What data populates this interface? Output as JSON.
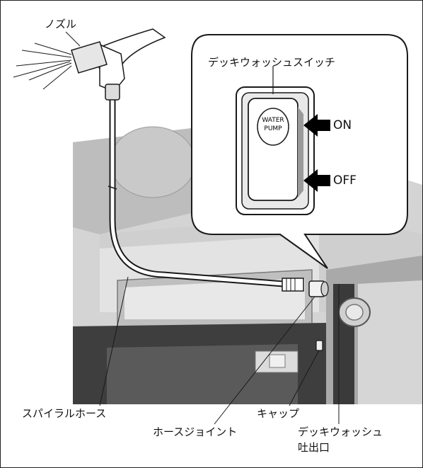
{
  "labels": {
    "nozzle": "ノズル",
    "deck_wash_switch": "デッキウォッシュスイッチ",
    "switch_text_line1": "WATER",
    "switch_text_line2": "PUMP",
    "on": "ON",
    "off": "OFF",
    "spiral_hose": "スパイラルホース",
    "hose_joint": "ホースジョイント",
    "cap": "キャップ",
    "deck_wash_outlet_line1": "デッキウォッシュ",
    "deck_wash_outlet_line2": "吐出口"
  },
  "colors": {
    "arrow": "#000000",
    "line": "#1a1a1a",
    "boat_light": "#d9d9d9",
    "boat_mid": "#a8a8a8",
    "boat_dark": "#4a4a4a"
  }
}
